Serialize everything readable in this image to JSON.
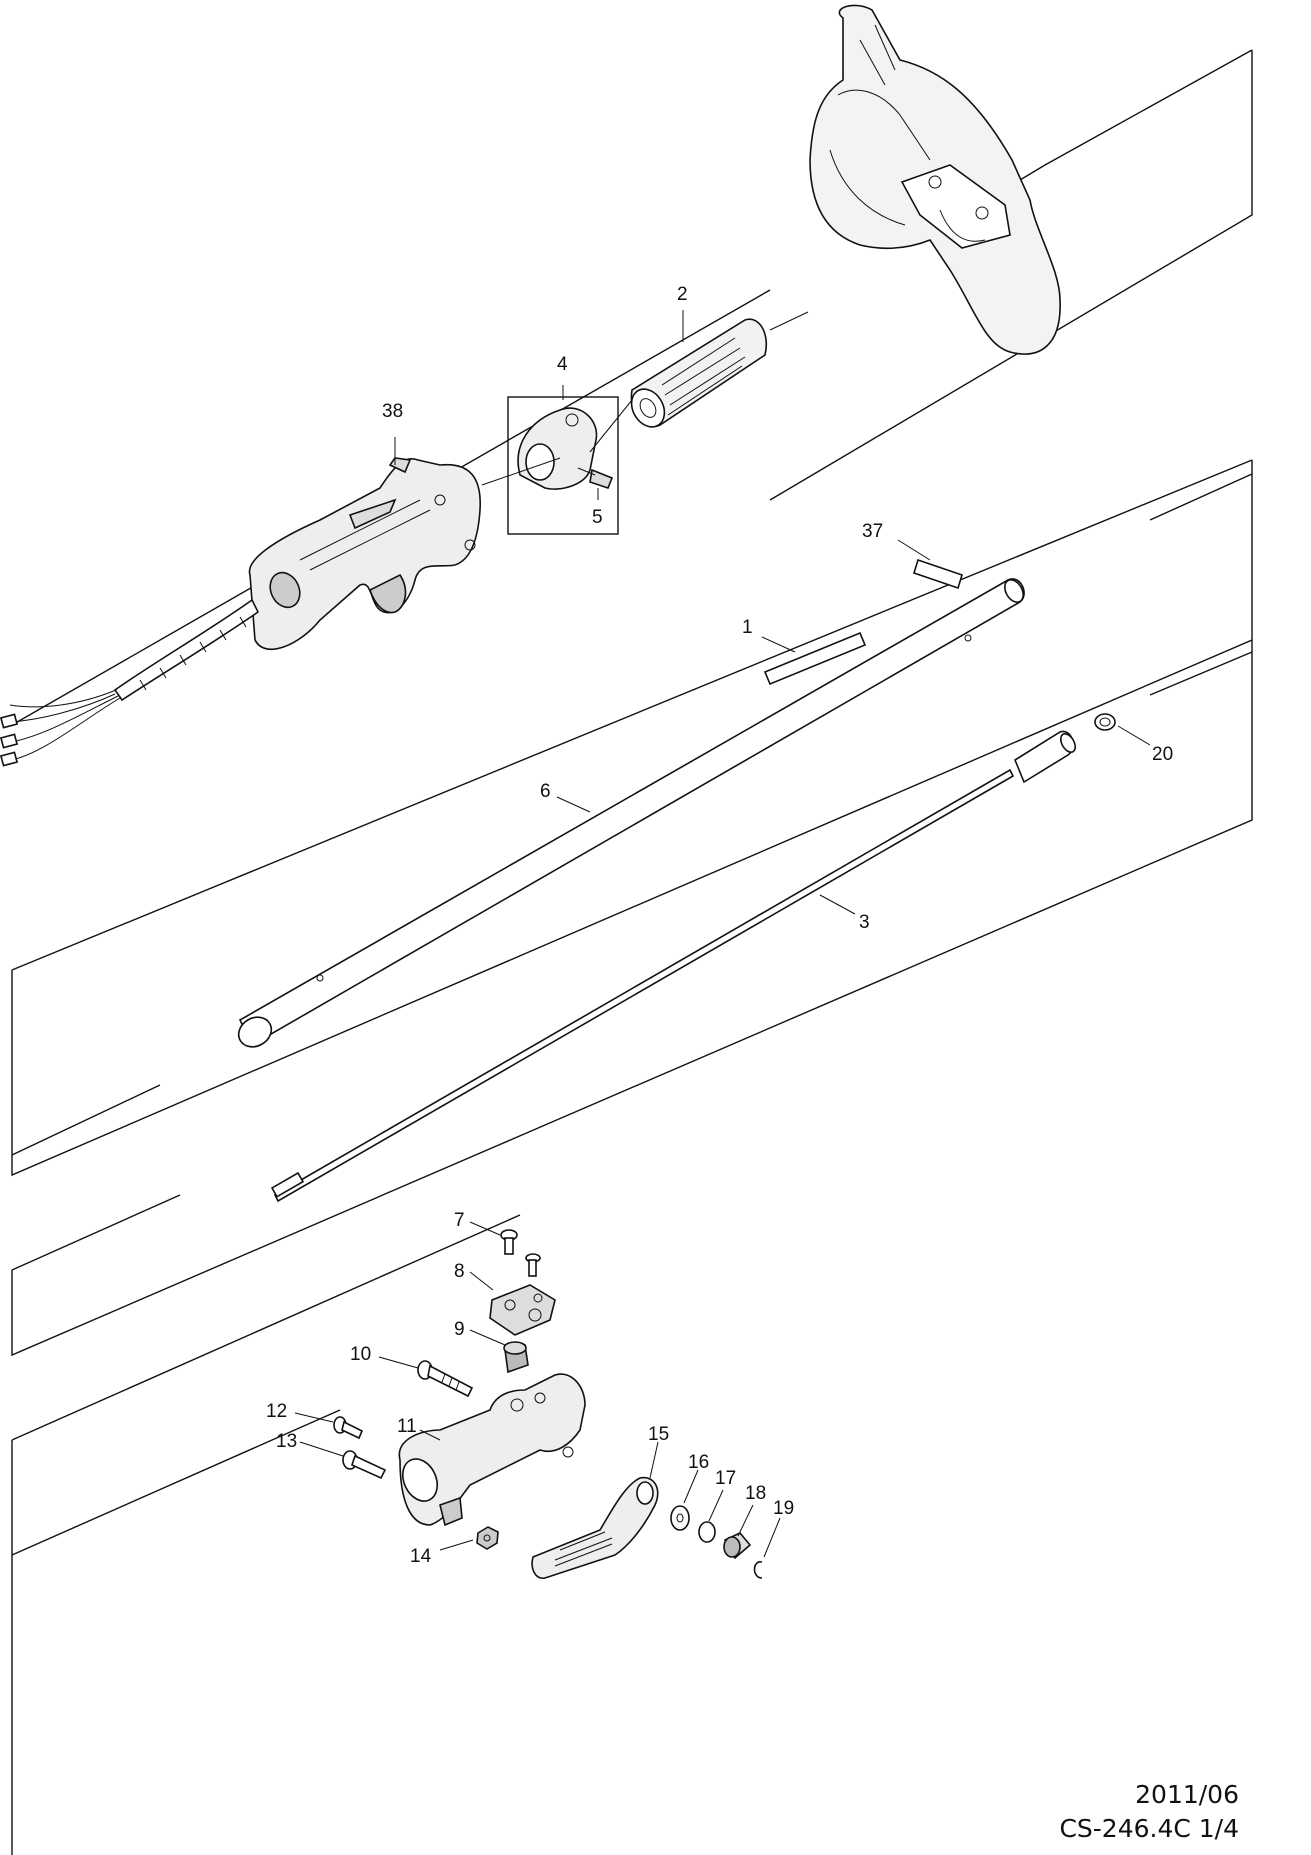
{
  "diagram": {
    "callouts": [
      "38",
      "4",
      "2",
      "5",
      "37",
      "1",
      "20",
      "6",
      "3",
      "7",
      "8",
      "9",
      "10",
      "12",
      "11",
      "13",
      "14",
      "15",
      "16",
      "17",
      "18",
      "19"
    ]
  },
  "footer": {
    "date": "2011/06",
    "code": "CS-246.4C 1/4"
  }
}
